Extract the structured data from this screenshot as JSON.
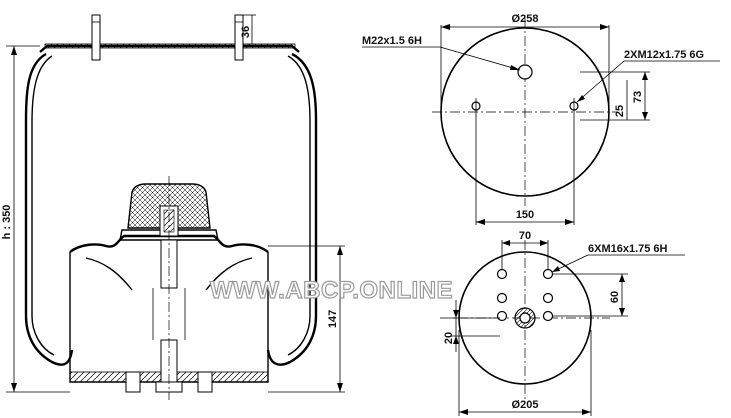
{
  "labels": {
    "height": "h : 350",
    "stud_height": "36",
    "lower_height": "147",
    "top_diameter": "Ø258",
    "center_thread": "M22x1.5 6H",
    "top_thread": "2XM12x1.75 6G",
    "top_offset_73": "73",
    "top_offset_25": "25",
    "top_span": "150",
    "bottom_span": "70",
    "bottom_thread": "6XM16x1.75 6H",
    "bottom_offset_60": "60",
    "bottom_offset_20": "20",
    "bottom_diameter": "Ø205"
  },
  "watermark": "WWW.ABCP.ONLINE"
}
